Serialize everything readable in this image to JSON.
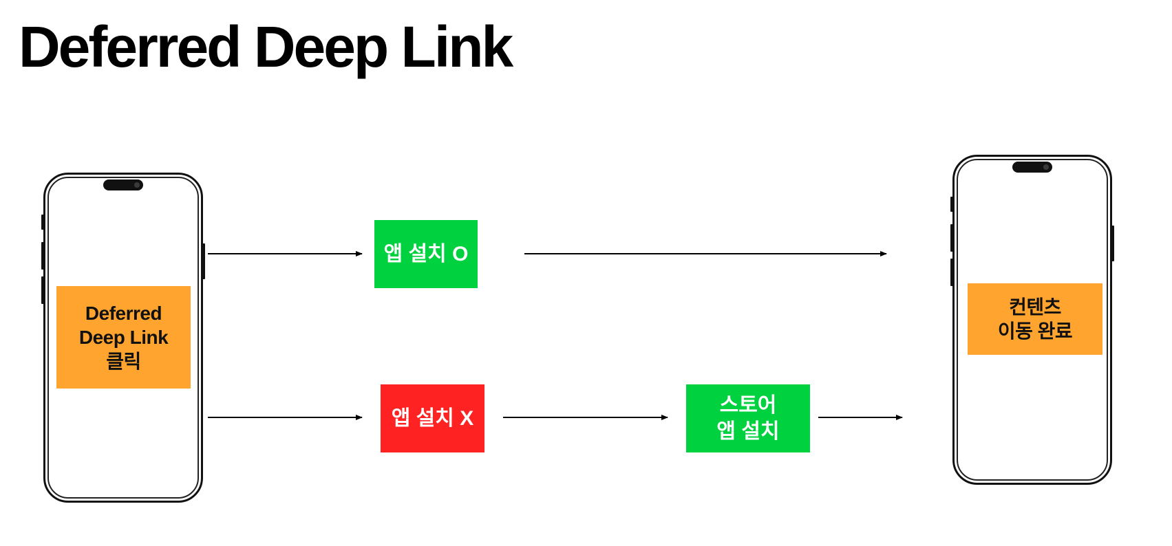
{
  "title": "Deferred Deep Link",
  "boxes": {
    "start": {
      "line1": "Deferred",
      "line2": "Deep Link",
      "line3": "클릭"
    },
    "installed": {
      "label": "앱 설치 O"
    },
    "not_installed": {
      "label": "앱 설치 X"
    },
    "store": {
      "line1": "스토어",
      "line2": "앱 설치"
    },
    "end": {
      "line1": "컨텐츠",
      "line2": "이동 완료"
    }
  },
  "colors": {
    "orange": "#ffa52f",
    "green": "#00d23f",
    "red": "#ff2222",
    "arrow": "#000000"
  },
  "icons": [
    "phone-icon",
    "arrow-right-icon"
  ]
}
